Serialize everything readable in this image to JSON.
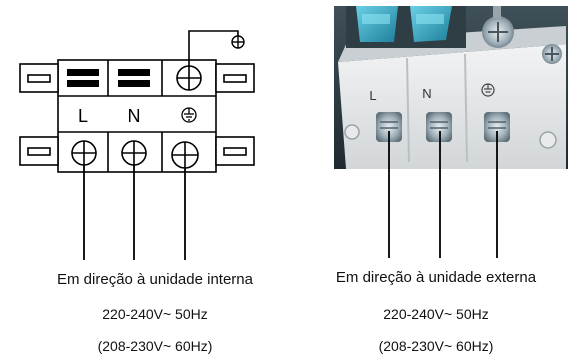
{
  "left_diagram": {
    "terminal_labels": [
      "L",
      "N",
      "⏚"
    ],
    "caption": "Em direção à unidade interna",
    "spec_primary": "220-240V~  50Hz",
    "spec_secondary": "(208-230V~  60Hz)"
  },
  "right_diagram": {
    "terminal_labels": [
      "L",
      "N",
      "⏚"
    ],
    "caption": "Em direção à unidade externa",
    "spec_primary": "220-240V~  50Hz",
    "spec_secondary": "(208-230V~  60Hz)"
  }
}
